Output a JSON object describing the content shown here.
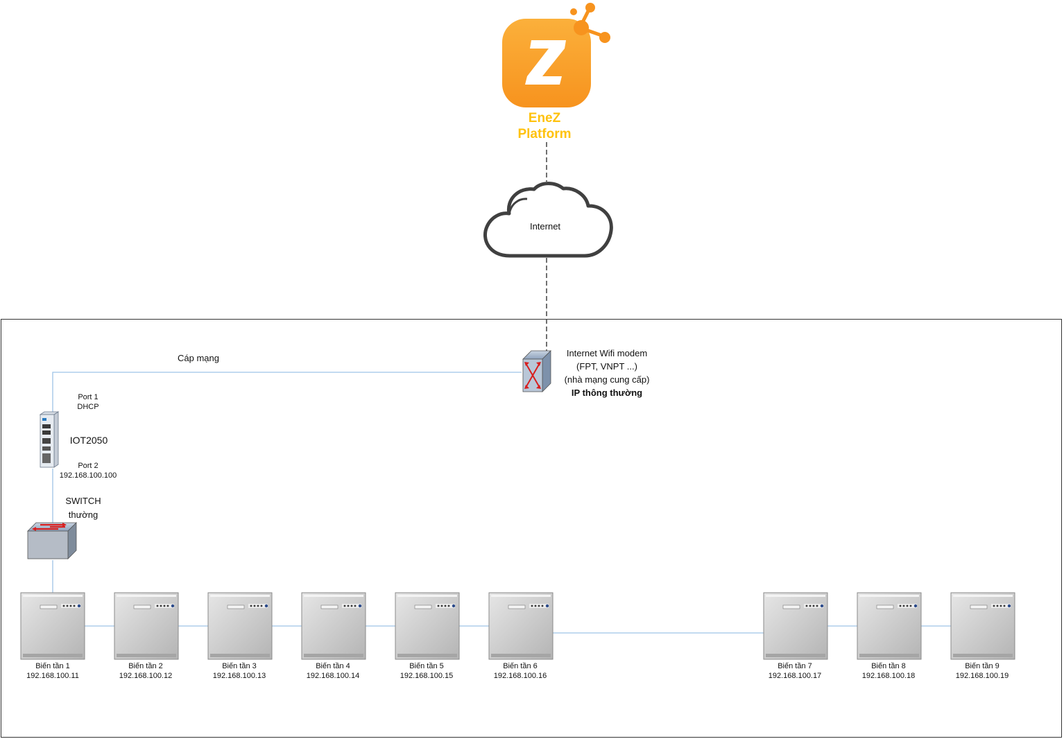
{
  "platform": {
    "name_line1": "EneZ",
    "name_line2": "Platform",
    "logo_letter": "Z",
    "colors": {
      "orange": "#f7931e",
      "yellow": "#ffc20e",
      "orange_light": "#fbb03b"
    }
  },
  "internet": {
    "label": "Internet"
  },
  "modem": {
    "line1": "Internet Wifi modem",
    "line2": "(FPT, VNPT ...)",
    "line3": "(nhà mạng cung cấp)",
    "line4": "IP thông thường"
  },
  "cable": {
    "label": "Cáp mạng"
  },
  "iot": {
    "name": "IOT2050",
    "port1_line1": "Port 1",
    "port1_line2": "DHCP",
    "port2_line1": "Port 2",
    "port2_line2": "192.168.100.100"
  },
  "switch": {
    "line1": "SWITCH",
    "line2": "thường"
  },
  "inverters": [
    {
      "name": "Biến tần 1",
      "ip": "192.168.100.11"
    },
    {
      "name": "Biến tần 2",
      "ip": "192.168.100.12"
    },
    {
      "name": "Biến tần 3",
      "ip": "192.168.100.13"
    },
    {
      "name": "Biến tần 4",
      "ip": "192.168.100.14"
    },
    {
      "name": "Biến tần 5",
      "ip": "192.168.100.15"
    },
    {
      "name": "Biến tần 6",
      "ip": "192.168.100.16"
    },
    {
      "name": "Biến tần 7",
      "ip": "192.168.100.17"
    },
    {
      "name": "Biến tần 8",
      "ip": "192.168.100.18"
    },
    {
      "name": "Biến tần 9",
      "ip": "192.168.100.19"
    }
  ],
  "colors": {
    "link": "#9dc3e6",
    "dashed": "#404040",
    "border": "#333333"
  }
}
